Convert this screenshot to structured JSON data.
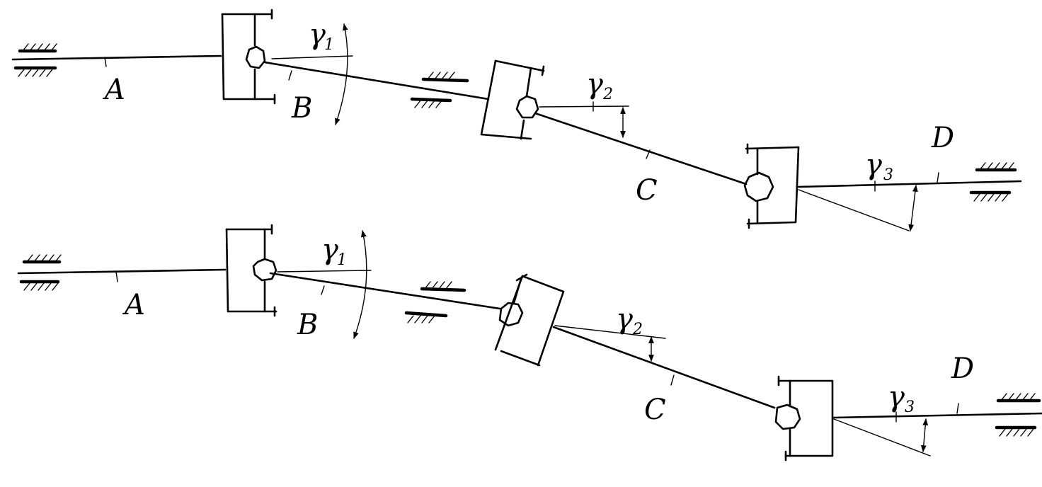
{
  "figure": {
    "top": {
      "shaft_labels": {
        "a": "A",
        "b": "B",
        "c": "C",
        "d": "D"
      },
      "angle_labels": [
        {
          "symbol": "γ",
          "index": "1"
        },
        {
          "symbol": "γ",
          "index": "2"
        },
        {
          "symbol": "γ",
          "index": "3"
        }
      ]
    },
    "bottom": {
      "shaft_labels": {
        "a": "A",
        "b": "B",
        "c": "C",
        "d": "D"
      },
      "angle_labels": [
        {
          "symbol": "γ",
          "index": "1"
        },
        {
          "symbol": "γ",
          "index": "2"
        },
        {
          "symbol": "γ",
          "index": "3"
        }
      ]
    }
  },
  "colors": {
    "ink": "#000000",
    "paper": "#ffffff"
  },
  "icons": [
    "fixed-support-hatch-icon",
    "cardan-joint-icon",
    "angle-arrow-icon"
  ]
}
